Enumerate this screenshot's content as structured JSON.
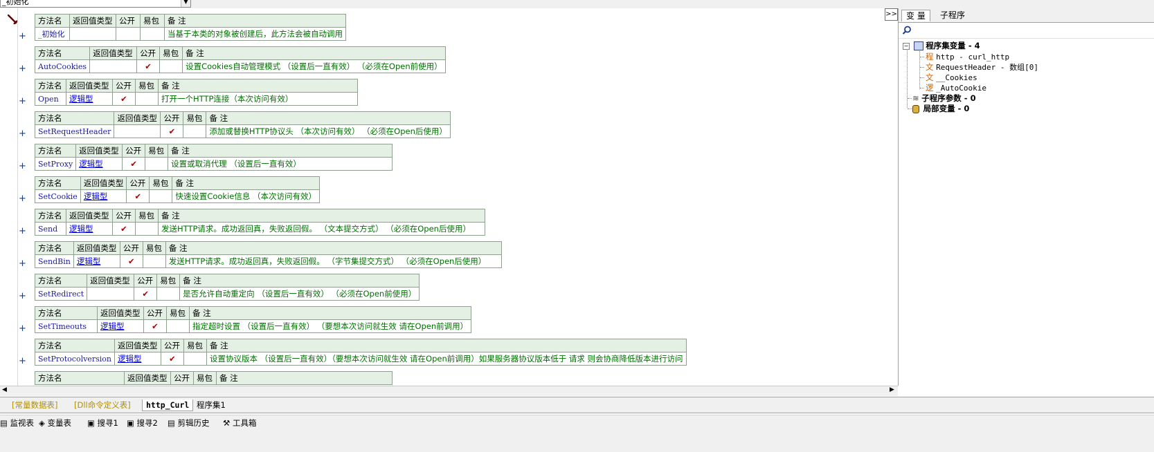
{
  "topbar": {
    "combo_value": "_初始化"
  },
  "editor": {
    "header": {
      "name": "方法名",
      "return_type": "返回值类型",
      "public": "公开",
      "easy": "易包",
      "remark": "备 注"
    },
    "expand_symbol": "+",
    "public_check": "✔",
    "methods": [
      {
        "name": "_初始化",
        "return_type": "",
        "public": false,
        "remark": "当基于本类的对象被创建后，此方法会被自动调用"
      },
      {
        "name": "AutoCookies",
        "return_type": "",
        "public": true,
        "remark": "设置Cookies自动管理模式 （设置后一直有效） （必须在Open前使用）"
      },
      {
        "name": "Open",
        "return_type": "逻辑型",
        "public": true,
        "remark": "打开一个HTTP连接（本次访问有效）"
      },
      {
        "name": "SetRequestHeader",
        "return_type": "",
        "public": true,
        "remark": "添加或替换HTTP协议头 （本次访问有效） （必须在Open后使用）"
      },
      {
        "name": "SetProxy",
        "return_type": "逻辑型",
        "public": true,
        "remark": "设置或取消代理 （设置后一直有效）"
      },
      {
        "name": "SetCookie",
        "return_type": "逻辑型",
        "public": true,
        "remark": "快速设置Cookie信息 （本次访问有效）"
      },
      {
        "name": "Send",
        "return_type": "逻辑型",
        "public": true,
        "remark": "发送HTTP请求。成功返回真，失败返回假。 （文本提交方式） （必须在Open后使用）"
      },
      {
        "name": "SendBin",
        "return_type": "逻辑型",
        "public": true,
        "remark": "发送HTTP请求。成功返回真，失败返回假。 （字节集提交方式） （必须在Open后使用）"
      },
      {
        "name": "SetRedirect",
        "return_type": "",
        "public": true,
        "remark": "是否允许自动重定向 （设置后一直有效） （必须在Open前使用）"
      },
      {
        "name": "SetTimeouts",
        "return_type": "逻辑型",
        "public": true,
        "remark": "指定超时设置 （设置后一直有效） （要想本次访问就生效 请在Open前调用）"
      },
      {
        "name": "SetProtocolversion",
        "return_type": "逻辑型",
        "public": true,
        "remark": "设置协议版本 （设置后一直有效）（要想本次访问就生效 请在Open前调用）如果服务器协议版本低于 请求 则会协商降低版本进行访问"
      },
      {
        "name": "",
        "return_type": "",
        "public": false,
        "remark": ""
      }
    ]
  },
  "tabs": {
    "items": [
      "[常量数据表]",
      "[Dll命令定义表]",
      "http_Curl",
      "程序集1"
    ],
    "active": 2
  },
  "bottom_tabs": [
    "监视表",
    "变量表",
    "搜寻1",
    "搜寻2",
    "剪辑历史",
    "工具箱"
  ],
  "right_panel": {
    "collapse_label": ">>",
    "tabs": [
      "变 量",
      "子程序"
    ],
    "tree": {
      "assembly_vars": "程序集变量 - 4",
      "vars": [
        {
          "glyph": "程",
          "text": "http - curl_http"
        },
        {
          "glyph": "文",
          "text": "RequestHeader - 数组[0]"
        },
        {
          "glyph": "文",
          "text": "__Cookies"
        },
        {
          "glyph": "逻",
          "text": "_AutoCookie"
        }
      ],
      "sub_params": "子程序参数 - 0",
      "local_vars": "局部变量 - 0"
    }
  },
  "colors": {
    "header_bg": "#e4f0e4",
    "remark": "#007000",
    "type": "#0000e0",
    "check": "#b00000"
  }
}
